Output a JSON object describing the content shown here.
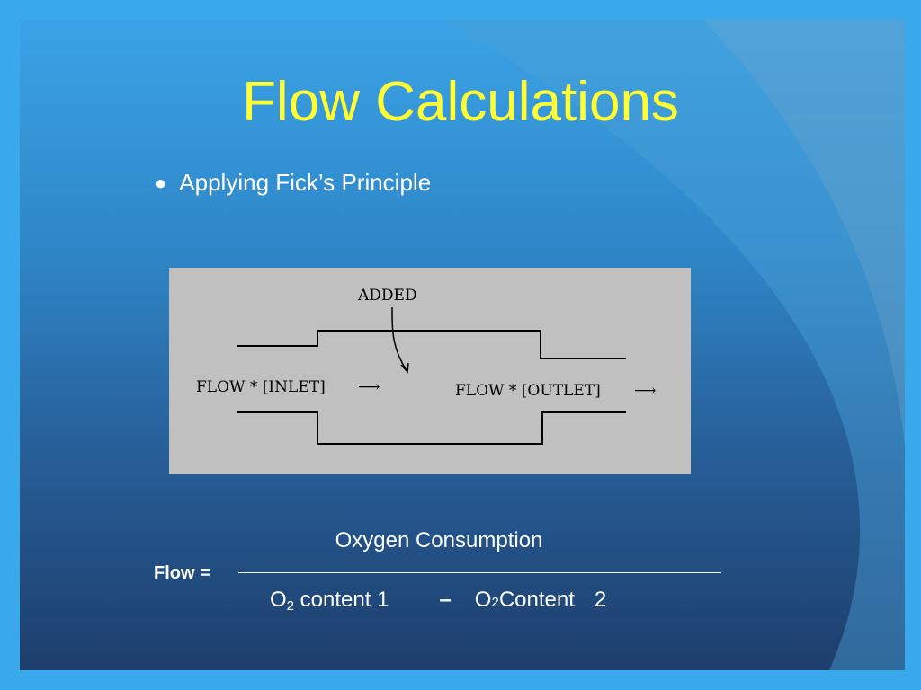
{
  "slide": {
    "title": "Flow Calculations",
    "bullets": [
      "Applying Fick’s Principle"
    ],
    "colors": {
      "title": "#ffff33",
      "text": "#ffffff",
      "background": "#3aa9ec"
    }
  },
  "diagram": {
    "added_label": "ADDED",
    "inlet_label": "FLOW * [INLET]",
    "outlet_label": "FLOW * [OUTLET]",
    "arrow_glyph": "⟶",
    "background": "#c0c0c0"
  },
  "equation": {
    "lhs": "Flow =",
    "numerator": "Oxygen Consumption",
    "term_a": {
      "base": "O",
      "sub": "2",
      "rest": " content 1"
    },
    "operator": "–",
    "term_b": {
      "base": "O",
      "sub": "2",
      "rest": " Content",
      "number": "2"
    }
  }
}
